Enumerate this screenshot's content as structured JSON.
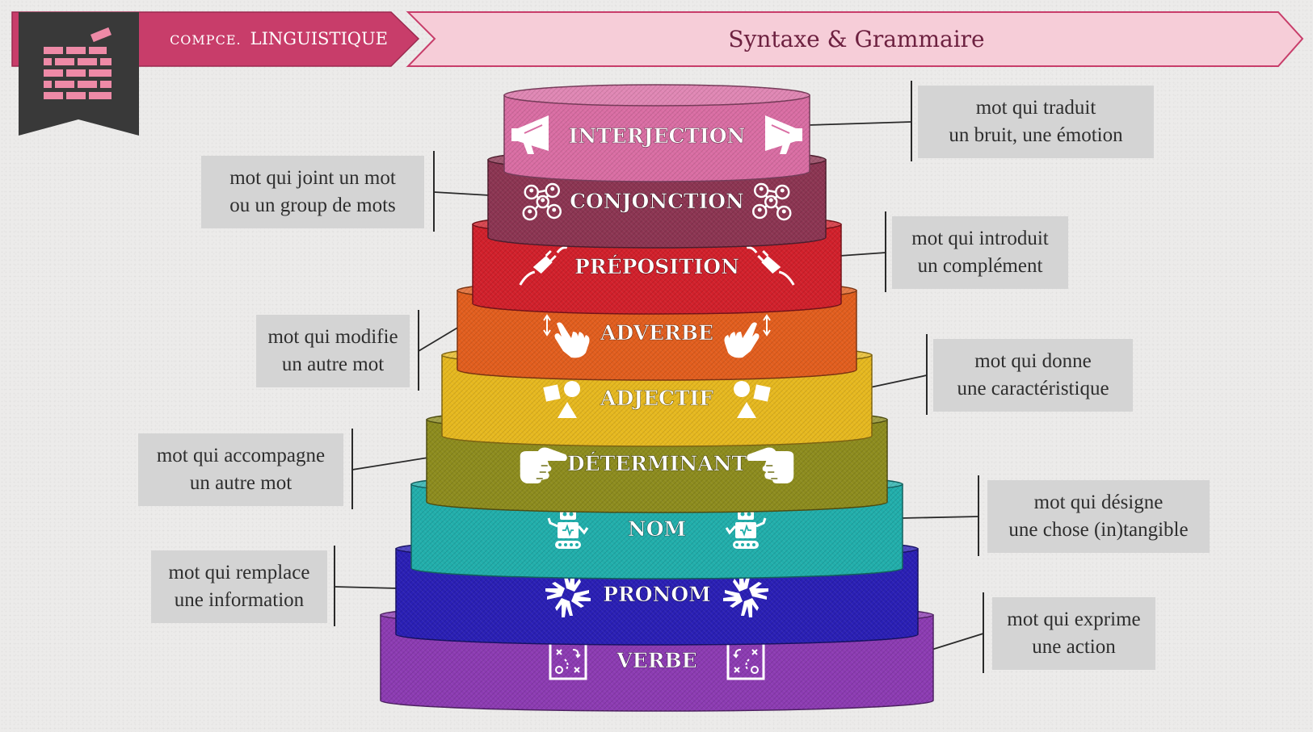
{
  "header": {
    "section_prefix": "COMPCE.",
    "section_name": "LINGUISTIQUE",
    "title": "Syntaxe & Grammaire"
  },
  "colors": {
    "header_dark": "#c83d6a",
    "header_light": "#f6cdd8",
    "badge": "#393939",
    "brick": "#ee8aa7",
    "callout_bg": "#d4d4d4"
  },
  "layers": [
    {
      "label": "INTERJECTION",
      "color": "#d96da3",
      "icon": "megaphone-icon",
      "desc": [
        "mot qui traduit",
        "un bruit, une émotion"
      ]
    },
    {
      "label": "CONJONCTION",
      "color": "#8c3552",
      "icon": "network-icon",
      "desc": [
        "mot qui joint un mot",
        "ou un group de mots"
      ]
    },
    {
      "label": "PRÉPOSITION",
      "color": "#d2202b",
      "icon": "plug-icon",
      "desc": [
        "mot qui introduit",
        "un complément"
      ]
    },
    {
      "label": "ADVERBE",
      "color": "#e25e1e",
      "icon": "swipe-hand-icon",
      "desc": [
        "mot qui modifie",
        "un autre mot"
      ]
    },
    {
      "label": "ADJECTIF",
      "color": "#e6b81f",
      "icon": "shapes-icon",
      "desc": [
        "mot qui donne",
        "une caractéristique"
      ]
    },
    {
      "label": "DÉTERMINANT",
      "color": "#8d8c1e",
      "icon": "pointing-hand-icon",
      "desc": [
        "mot qui accompagne",
        "un autre mot"
      ]
    },
    {
      "label": "NOM",
      "color": "#21aeab",
      "icon": "robot-icon",
      "desc": [
        "mot qui désigne",
        "une chose (in)tangible"
      ]
    },
    {
      "label": "PRONOM",
      "color": "#2a1fb5",
      "icon": "hands-circle-icon",
      "desc": [
        "mot qui remplace",
        "une information"
      ]
    },
    {
      "label": "VERBE",
      "color": "#8c3bb2",
      "icon": "strategy-board-icon",
      "desc": [
        "mot qui exprime",
        "une action"
      ]
    }
  ]
}
